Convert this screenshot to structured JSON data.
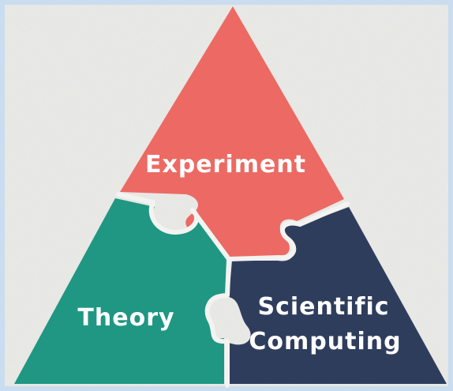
{
  "diagram": {
    "pieces": {
      "experiment": {
        "label": "Experiment",
        "color": "#ec6a63"
      },
      "theory": {
        "label": "Theory",
        "color": "#1f9783"
      },
      "scientific_computing": {
        "label_line1": "Scientific",
        "label_line2": "Computing",
        "color": "#2f3d5d"
      }
    },
    "seam_color": "#f3f3f1",
    "paper_color": "#ebebe8",
    "frame_color": "#c9dcf0"
  }
}
